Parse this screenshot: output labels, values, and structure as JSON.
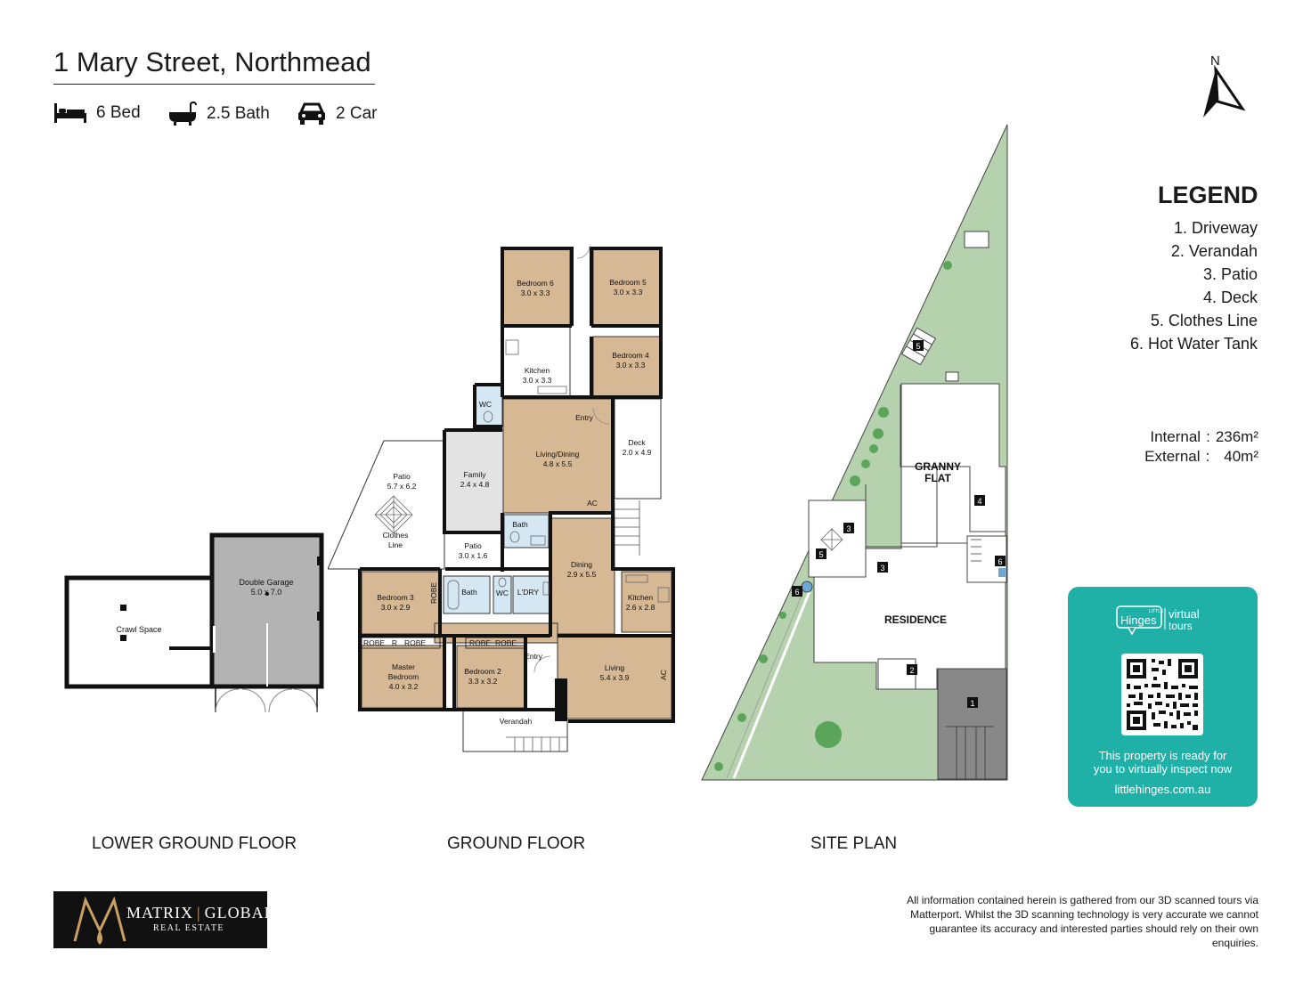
{
  "title": "1 Mary Street, Northmead",
  "features": {
    "beds": "6 Bed",
    "baths": "2.5 Bath",
    "cars": "2 Car"
  },
  "north_label": "N",
  "legend": {
    "title": "LEGEND",
    "items": [
      "1. Driveway",
      "2. Verandah",
      "3. Patio",
      "4. Deck",
      "5. Clothes Line",
      "6. Hot Water Tank"
    ]
  },
  "areas": {
    "internal_label": "Internal",
    "internal_sep": ":",
    "internal_value": "236m²",
    "external_label": "External",
    "external_sep": ":",
    "external_value": "40m²"
  },
  "lower_ground": {
    "label": "LOWER GROUND FLOOR",
    "rooms": {
      "crawl": "Crawl Space",
      "garage_name": "Double Garage",
      "garage_dim": "5.0 x 7.0"
    }
  },
  "ground_floor": {
    "label": "GROUND FLOOR",
    "rooms": {
      "bed6": "Bedroom 6",
      "bed6_dim": "3.0 x 3.3",
      "bed5": "Bedroom 5",
      "bed5_dim": "3.0 x 3.3",
      "bed4": "Bedroom 4",
      "bed4_dim": "3.0 x 3.3",
      "kitchen1": "Kitchen",
      "kitchen1_dim": "3.0 x 3.3",
      "wc1": "WC",
      "entry1": "Entry",
      "living_dining": "Living/Dining",
      "living_dining_dim": "4.8 x 5.5",
      "deck": "Deck",
      "deck_dim": "2.0 x 4.9",
      "family": "Family",
      "family_dim": "2.4 x 4.8",
      "patio_big": "Patio",
      "patio_big_dim": "5.7 x 6.2",
      "clothes1": "Clothes",
      "clothes2": "Line",
      "ac1": "AC",
      "bath1": "Bath",
      "patio_small": "Patio",
      "patio_small_dim": "3.0 x 1.6",
      "dining": "Dining",
      "dining_dim": "2.9 x 5.5",
      "bed3": "Bedroom 3",
      "bed3_dim": "3.0 x 2.9",
      "robe_v": "ROBE",
      "bath2": "Bath",
      "wc2": "WC",
      "laundry": "L'DRY",
      "kitchen2": "Kitchen",
      "kitchen2_dim": "2.6 x 2.8",
      "robe": "ROBE",
      "r": "R",
      "master1": "Master",
      "master2": "Bedroom",
      "master_dim": "4.0 x 3.2",
      "bed2": "Bedroom 2",
      "bed2_dim": "3.3 x 3.2",
      "entry2": "Entry",
      "living": "Living",
      "living_dim": "5.4 x 3.9",
      "ac2": "AC",
      "verandah": "Verandah"
    }
  },
  "site_plan": {
    "label": "SITE PLAN",
    "granny1": "GRANNY",
    "granny2": "FLAT",
    "residence": "RESIDENCE",
    "markers": [
      "1",
      "2",
      "3",
      "3",
      "4",
      "5",
      "5",
      "6",
      "6"
    ]
  },
  "virtual_tour": {
    "brand_small": "LITTLE",
    "brand": "Hinges",
    "virtual": "virtual",
    "tours": "tours",
    "message_line1": "This property is ready for",
    "message_line2": "you to virtually inspect now",
    "url": "littlehinges.com.au"
  },
  "agency": {
    "name_left": "MATRIX",
    "name_right": "GLOBAL",
    "sub": "REAL ESTATE"
  },
  "disclaimer": "All information contained herein is gathered from our 3D scanned tours via Matterport. Whilst the 3D scanning technology is very accurate we cannot guarantee its accuracy and interested parties should rely on their own enquiries.",
  "colors": {
    "wood": "#d7b894",
    "garage_grey": "#b3b3b3",
    "site_green": "#b5d1ad",
    "tree_green": "#5aa55a",
    "bath_blue": "#d6e7f4",
    "teal": "#1fb0a8"
  }
}
